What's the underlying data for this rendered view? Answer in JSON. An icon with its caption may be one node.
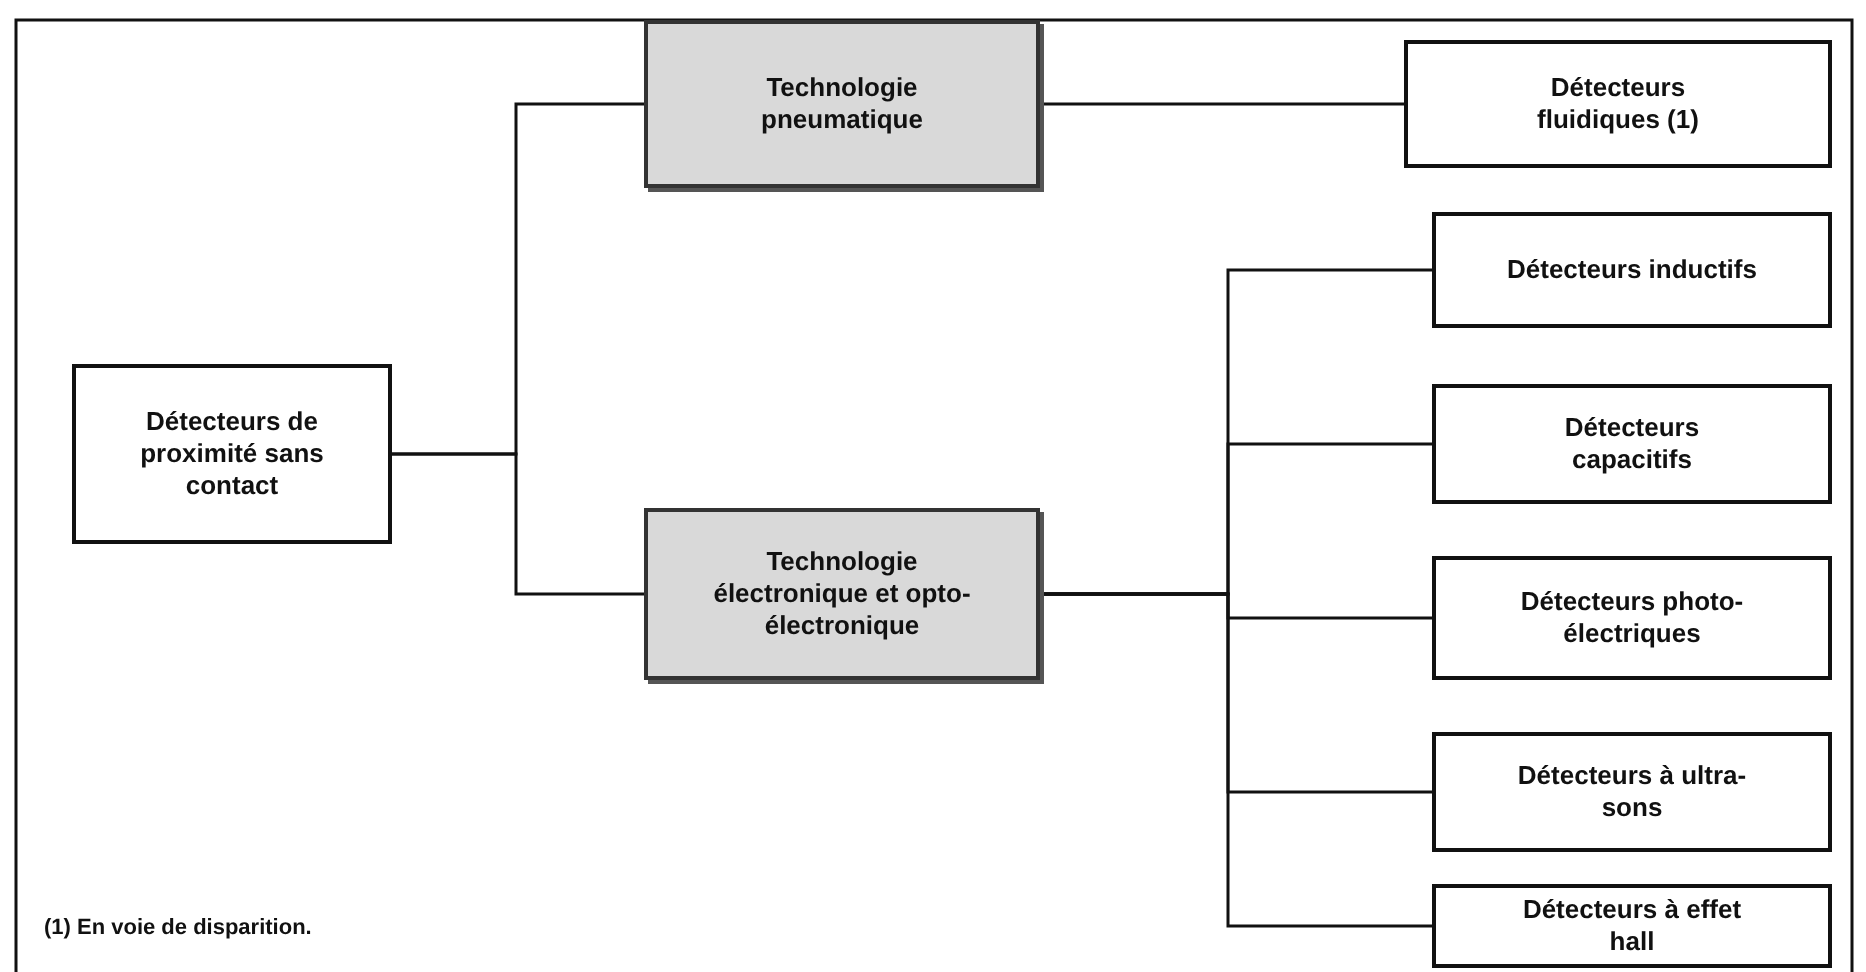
{
  "diagram": {
    "nodes": [
      {
        "text": [
          "Détecteurs de proximité sans contact"
        ]
      },
      {
        "text": [
          "Technologie pneumatique"
        ]
      },
      {
        "text": [
          "Technologie électronique et opto-électronique"
        ]
      },
      {
        "text": [
          "Détecteurs fluidiques (1)"
        ]
      },
      {
        "text": [
          "Détecteurs inductifs"
        ]
      },
      {
        "text": [
          "Détecteurs capacitifs"
        ]
      },
      {
        "text": [
          "Détecteurs photo-électriques"
        ]
      },
      {
        "text": [
          "Détecteurs à ultra-sons"
        ]
      },
      {
        "text": [
          "Détecteurs à effet hall"
        ]
      }
    ],
    "edges": [
      {
        "from": 0,
        "to": 1,
        "arrow": "none"
      },
      {
        "from": 0,
        "to": 2,
        "arrow": "none"
      },
      {
        "from": 1,
        "to": 3,
        "arrow": "none"
      },
      {
        "from": 2,
        "to": 4,
        "arrow": "none"
      },
      {
        "from": 2,
        "to": 5,
        "arrow": "none"
      },
      {
        "from": 2,
        "to": 6,
        "arrow": "none"
      },
      {
        "from": 2,
        "to": 7,
        "arrow": "none"
      },
      {
        "from": 2,
        "to": 8,
        "arrow": "none"
      }
    ],
    "labels": [
      "(1) En voie de disparition."
    ]
  }
}
